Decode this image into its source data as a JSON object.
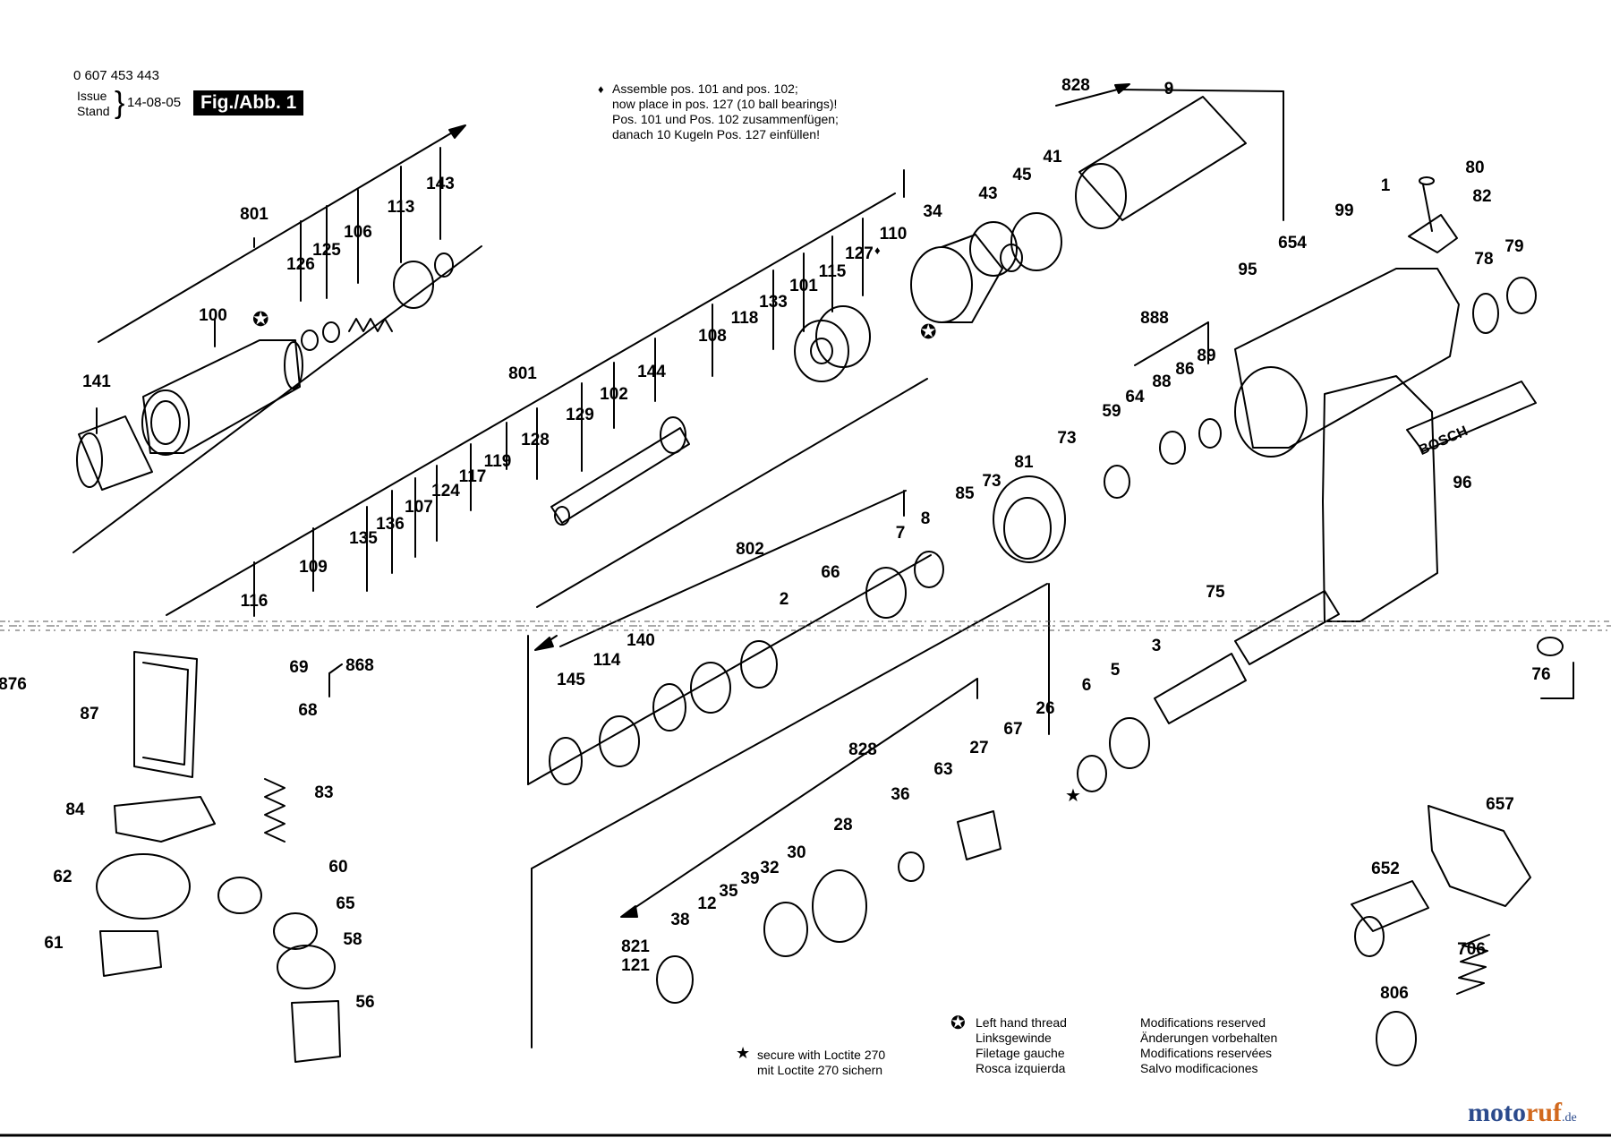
{
  "header": {
    "part_number": "0 607 453 443",
    "issue": "Issue",
    "stand": "Stand",
    "date": "14-08-05",
    "figure": "Fig./Abb. 1"
  },
  "assembly_note": [
    "Assemble pos. 101 and pos. 102;",
    "now place in pos. 127 (10 ball bearings)!",
    "Pos. 101 und Pos. 102 zusammenfügen;",
    "danach 10 Kugeln Pos. 127 einfüllen!"
  ],
  "left_hand_thread": [
    "Left hand thread",
    "Linksgewinde",
    "Filetage gauche",
    "Rosca izquierda"
  ],
  "loctite_note": [
    "secure with Loctite 270",
    "mit Loctite 270 sichern"
  ],
  "modifications": [
    "Modifications reserved",
    "Änderungen vorbehalten",
    "Modifications reservées",
    "Salvo modificaciones"
  ],
  "watermark": {
    "moto": "moto",
    "ruf": "ruf",
    "tld": ".de"
  },
  "symbols": {
    "diamond": "♦",
    "star": "★",
    "circle_star": "✪"
  },
  "tool_branding": "BOSCH",
  "part_labels": [
    "801",
    "126",
    "125",
    "106",
    "113",
    "143",
    "100",
    "141",
    "828",
    "9",
    "41",
    "45",
    "43",
    "34",
    "110",
    "127",
    "115",
    "101",
    "133",
    "118",
    "108",
    "144",
    "102",
    "129",
    "128",
    "801",
    "119",
    "117",
    "124",
    "107",
    "136",
    "135",
    "109",
    "116",
    "876",
    "1",
    "80",
    "82",
    "99",
    "654",
    "95",
    "78",
    "79",
    "888",
    "89",
    "86",
    "88",
    "64",
    "59",
    "73",
    "81",
    "73",
    "85",
    "8",
    "7",
    "96",
    "802",
    "66",
    "2",
    "75",
    "76",
    "145",
    "114",
    "140",
    "69",
    "868",
    "68",
    "87",
    "84",
    "83",
    "62",
    "60",
    "65",
    "61",
    "58",
    "56",
    "3",
    "5",
    "6",
    "26",
    "67",
    "27",
    "828",
    "63",
    "36",
    "28",
    "30",
    "32",
    "39",
    "35",
    "12",
    "38",
    "821",
    "121",
    "657",
    "652",
    "706",
    "806"
  ]
}
